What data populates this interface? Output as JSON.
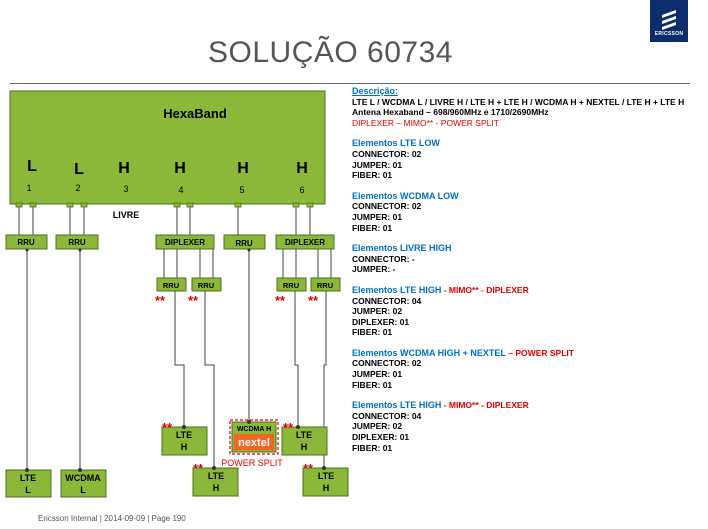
{
  "slide": {
    "title": "SOLUÇÃO 60734",
    "footer": "Ericsson Internal  |  2014-09-09  |  Page 190",
    "logo_text": "ERICSSON"
  },
  "colors": {
    "box_fill": "#8cb83a",
    "box_stroke": "#4d6f1e",
    "heading_blue": "#0070c0",
    "accent_red": "#e00000"
  },
  "antenna": {
    "label": "HexaBand",
    "ports": [
      {
        "band": "L",
        "num": "1"
      },
      {
        "band": "L",
        "num": "2"
      },
      {
        "band": "H",
        "num": "3"
      },
      {
        "band": "H",
        "num": "4"
      },
      {
        "band": "H",
        "num": "5"
      },
      {
        "band": "H",
        "num": "6"
      }
    ],
    "free_label": "LIVRE"
  },
  "units": {
    "rru": "RRU",
    "diplexer": "DIPLEXER",
    "mimo_mark": "**",
    "wcdma_h": "WCDMA H",
    "nextel": "nextel",
    "power_split": "POWER SPLIT",
    "lte_l": [
      "LTE",
      "L"
    ],
    "wcdma_l": [
      "WCDMA",
      "L"
    ],
    "lte_h": [
      "LTE",
      "H"
    ]
  },
  "description": {
    "title": "Descrição:",
    "line1": "LTE L / WCDMA L / LIVRE H / LTE H + LTE H / WCDMA H + NEXTEL / LTE H + LTE H",
    "line2": "Antena Hexaband – 698/960MHz  e  1710/2690MHz",
    "line3": "DIPLEXER – MIMO** - POWER SPLIT"
  },
  "sections": [
    {
      "title": "Elementos LTE LOW",
      "suffix": "",
      "lines": [
        "CONNECTOR: 02",
        "JUMPER: 01",
        "FIBER: 01"
      ]
    },
    {
      "title": "Elementos WCDMA LOW",
      "suffix": "",
      "lines": [
        "CONNECTOR: 02",
        "JUMPER: 01",
        "FIBER: 01"
      ]
    },
    {
      "title": "Elementos LIVRE HIGH",
      "suffix": "",
      "lines": [
        "CONNECTOR: -",
        "JUMPER: -"
      ]
    },
    {
      "title": "Elementos LTE HIGH",
      "suffix": " - MIMO** - DIPLEXER",
      "lines": [
        "CONNECTOR: 04",
        "JUMPER: 02",
        "DIPLEXER: 01",
        "FIBER: 01"
      ]
    },
    {
      "title": "Elementos WCDMA HIGH + NEXTEL",
      "suffix": " – POWER SPLIT",
      "lines": [
        "CONNECTOR: 02",
        "JUMPER: 01",
        "FIBER: 01"
      ]
    },
    {
      "title": "Elementos LTE HIGH",
      "suffix": " - MIMO** - DIPLEXER",
      "lines": [
        "CONNECTOR: 04",
        "JUMPER: 02",
        "DIPLEXER: 01",
        "FIBER: 01"
      ]
    }
  ]
}
